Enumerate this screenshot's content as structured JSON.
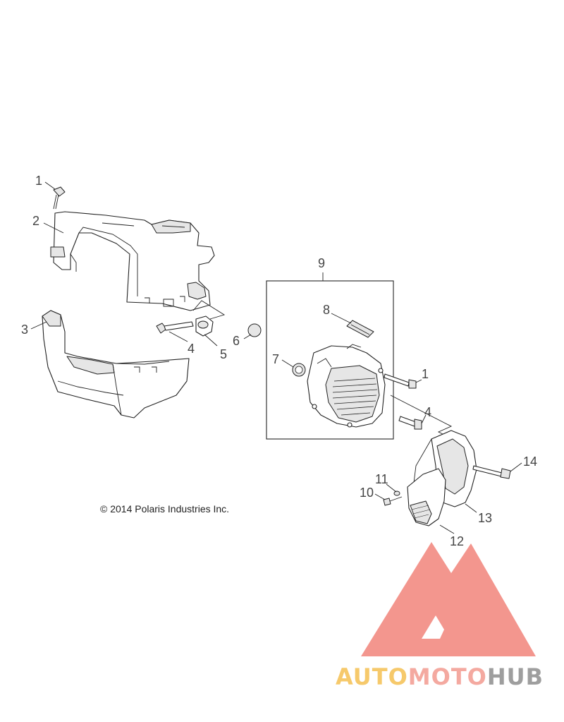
{
  "copyright": "© 2014 Polaris Industries Inc.",
  "callouts": [
    "1",
    "2",
    "3",
    "4",
    "5",
    "6",
    "7",
    "8",
    "9",
    "1",
    "4",
    "14",
    "11",
    "10",
    "13",
    "12"
  ],
  "watermark": {
    "part1": "AUTO",
    "part2": "MOTO",
    "part3": "HUB",
    "colors": {
      "logo": "#f28b82",
      "part1": "#f6c96b",
      "part2": "#f4a9a0",
      "part3": "#9e9e9e"
    }
  }
}
